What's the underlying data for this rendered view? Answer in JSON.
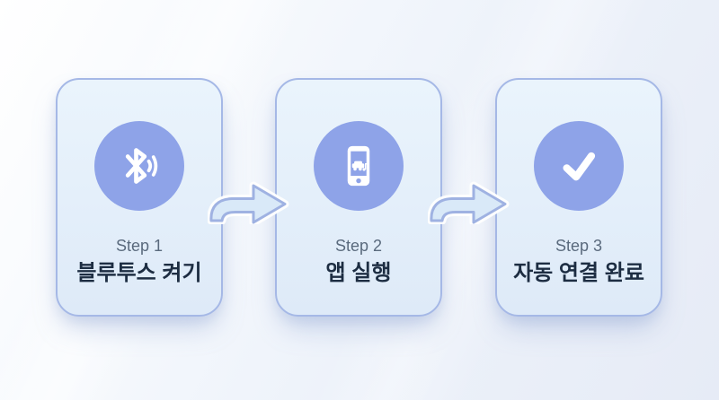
{
  "steps": [
    {
      "step_label": "Step 1",
      "title": "블루투스 켜기",
      "icon": "bluetooth-icon"
    },
    {
      "step_label": "Step 2",
      "title": "앱 실행",
      "icon": "car-app-phone-icon"
    },
    {
      "step_label": "Step 3",
      "title": "자동 연결 완료",
      "icon": "check-icon"
    }
  ],
  "colors": {
    "icon_circle": "#8EA3E8",
    "card_border": "#A5B8E6",
    "card_bg_top": "#EAF4FC",
    "card_bg_bottom": "#DEEAF8",
    "step_label": "#5A6A7D",
    "title": "#1D2D42",
    "arrow_fill": "#D9E9F8",
    "arrow_stroke": "#9FB2E2"
  }
}
